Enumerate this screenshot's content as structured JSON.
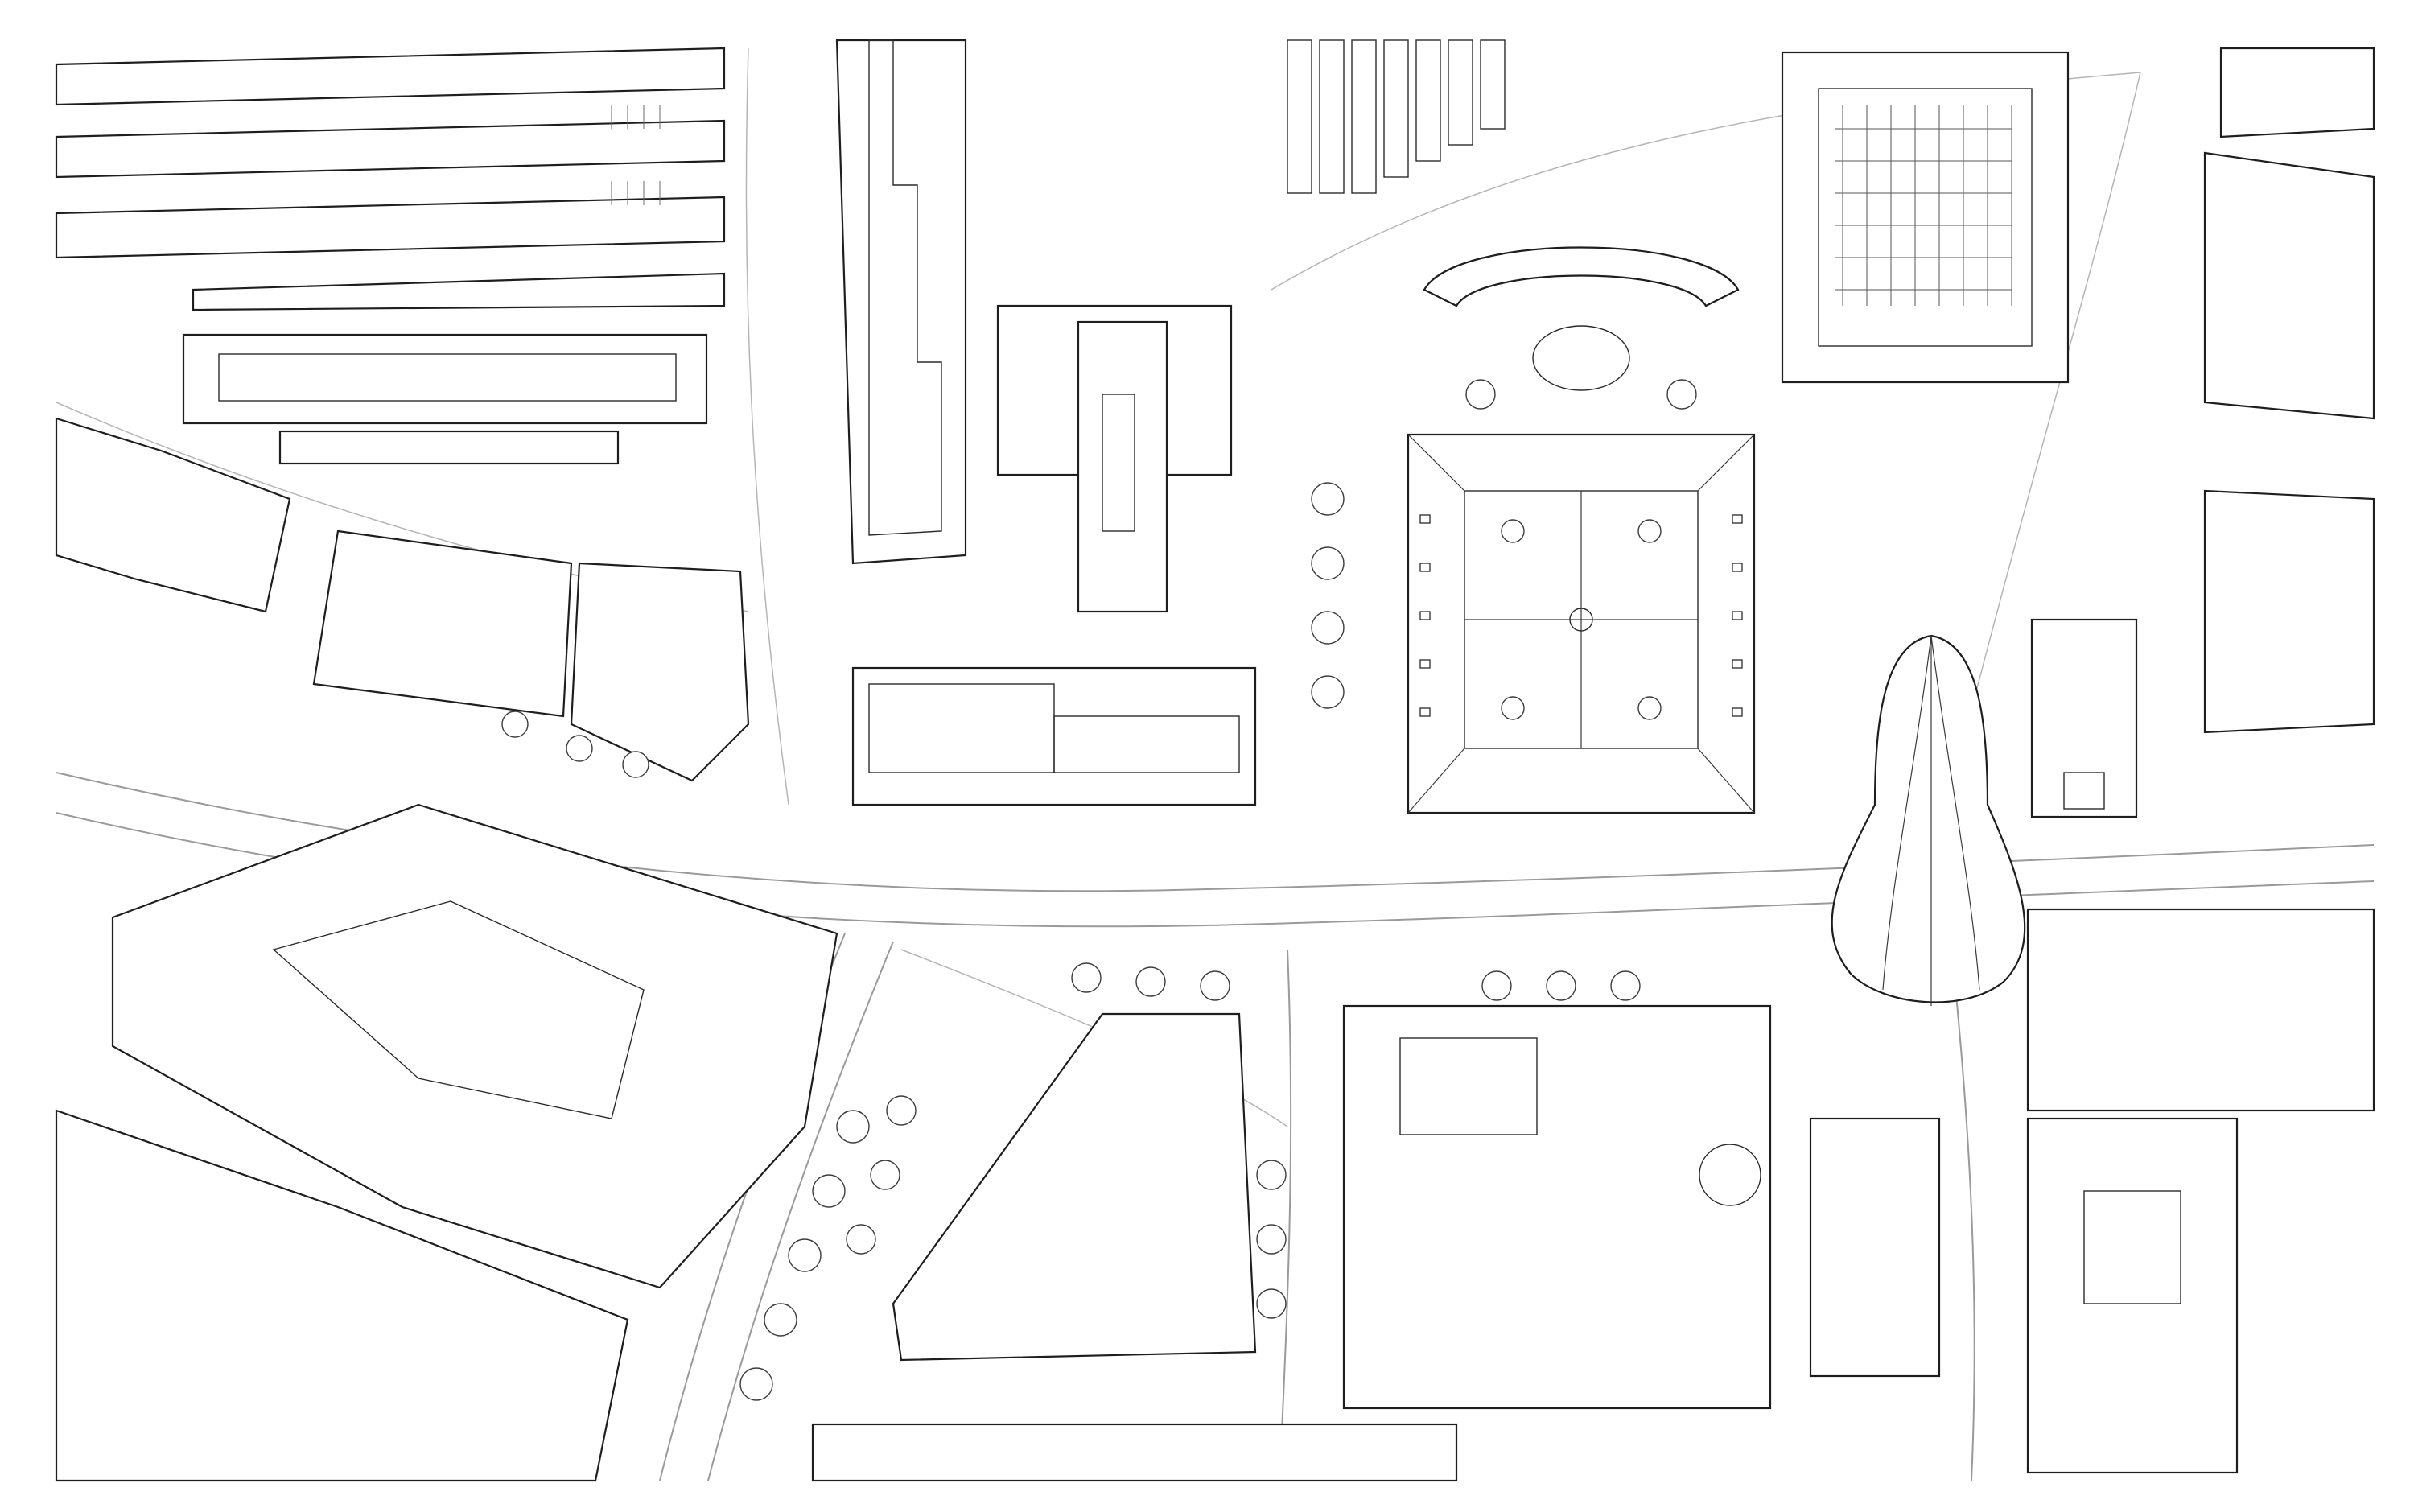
{
  "map": {
    "kind": "urban site plan line drawing",
    "colors": {
      "background": "#ffffff",
      "building_outline": "#1e1e1e",
      "road_line": "#9a9a9a",
      "tree_outline": "#3c3c3c"
    },
    "features": {
      "roads": 9,
      "courtyard_blocks": 2,
      "domed_hall": 1
    }
  }
}
